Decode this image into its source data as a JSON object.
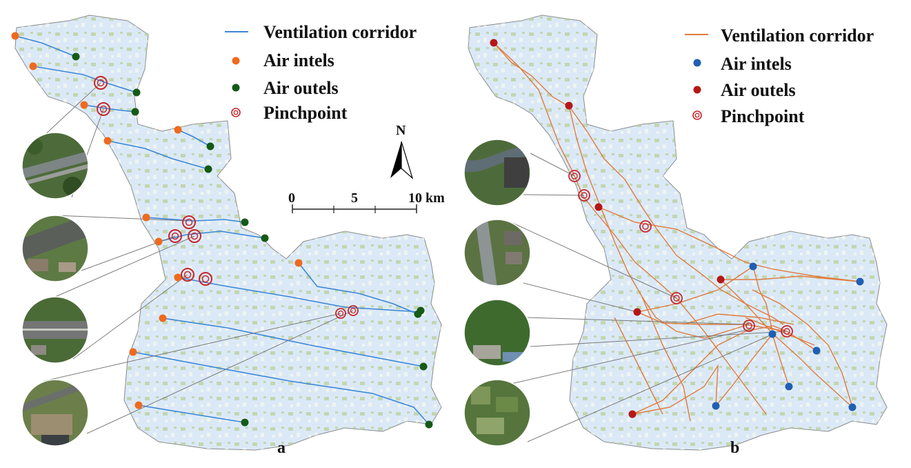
{
  "colors": {
    "land": "#dbe9f7",
    "land_border": "#8a8a8a",
    "green_patch": "#b9cf9a",
    "pale_patch": "#f6f7ee",
    "corridor_a": "#3a86d6",
    "corridor_b": "#e07a3c",
    "inlet_a": "#ee6a1e",
    "outlet_a": "#155a16",
    "inlet_b": "#1f5fb3",
    "outlet_b": "#b51717",
    "pinchpoint": "#c8262c",
    "leader": "#7a7a7a"
  },
  "panel_a": {
    "letter": "a",
    "legend": {
      "corridor": "Ventilation corridor",
      "inlets": "Air intels",
      "outlets": "Air outels",
      "pinchpoint": "Pinchpoint"
    },
    "north_label": "N",
    "scale": {
      "labels": [
        "0",
        "5",
        "10"
      ],
      "unit": "km"
    },
    "inset_photos": [
      "aerial-photo-highway",
      "aerial-photo-canal",
      "aerial-photo-road",
      "aerial-photo-greenspace"
    ]
  },
  "panel_b": {
    "letter": "b",
    "legend": {
      "corridor": "Ventilation corridor",
      "inlets": "Air intels",
      "outlets": "Air outels",
      "pinchpoint": "Pinchpoint"
    },
    "inset_photos": [
      "aerial-photo-riverbank",
      "aerial-photo-rail",
      "aerial-photo-park",
      "aerial-photo-farmland"
    ]
  }
}
